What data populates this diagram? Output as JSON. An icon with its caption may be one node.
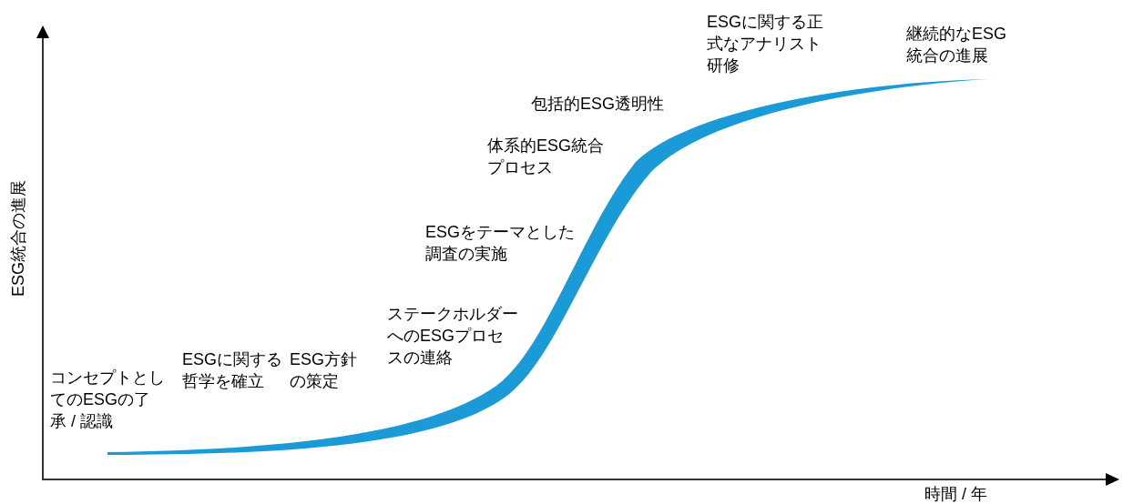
{
  "diagram": {
    "labels": [
      "ESG統合の進展",
      "ESGに関する正式なアナリスト研修",
      "継続的なESG統合の進展",
      "包括的ESG透明性",
      "体系的ESG統合プロセス",
      "ESGをテーマとした調査の実施",
      "ステークホルダーへのESGプロセスの連絡",
      "ESGに関する哲学を確立",
      "ESG方針の策定",
      "コンセプトとしてのESGの了承 / 認識",
      "時間 / 年"
    ]
  }
}
